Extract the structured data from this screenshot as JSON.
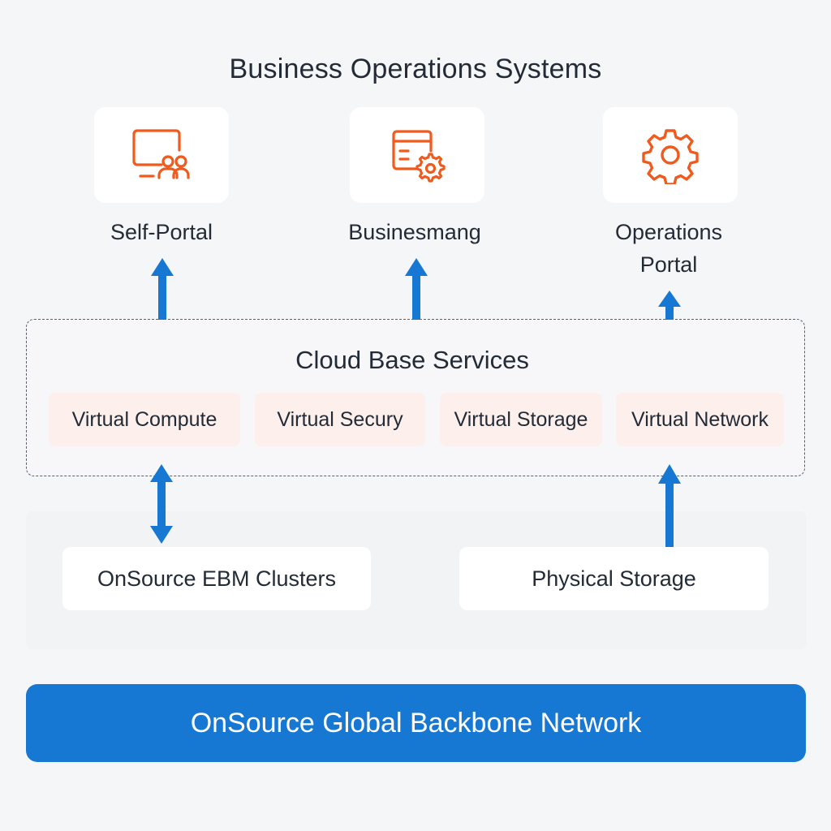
{
  "title": "Business Operations Systems",
  "colors": {
    "accent_icon": "#f15a1d",
    "arrow": "#1778d4",
    "backbone": "#1778d4",
    "service_chip": "#fdf0ec"
  },
  "portals": [
    {
      "label": "Self-Portal",
      "icon": "monitor-users-icon"
    },
    {
      "label": "Businesmang",
      "icon": "browser-gear-icon"
    },
    {
      "label": "Operations Portal",
      "line1": "Operations",
      "line2": "Portal",
      "icon": "gear-icon"
    }
  ],
  "cloud": {
    "title": "Cloud Base Services",
    "services": [
      "Virtual Compute",
      "Virtual Secury",
      "Virtual Storage",
      "Virtual Network"
    ]
  },
  "infrastructure": [
    "OnSource EBM Clusters",
    "Physical Storage"
  ],
  "backbone": "OnSource Global Backbone Network"
}
